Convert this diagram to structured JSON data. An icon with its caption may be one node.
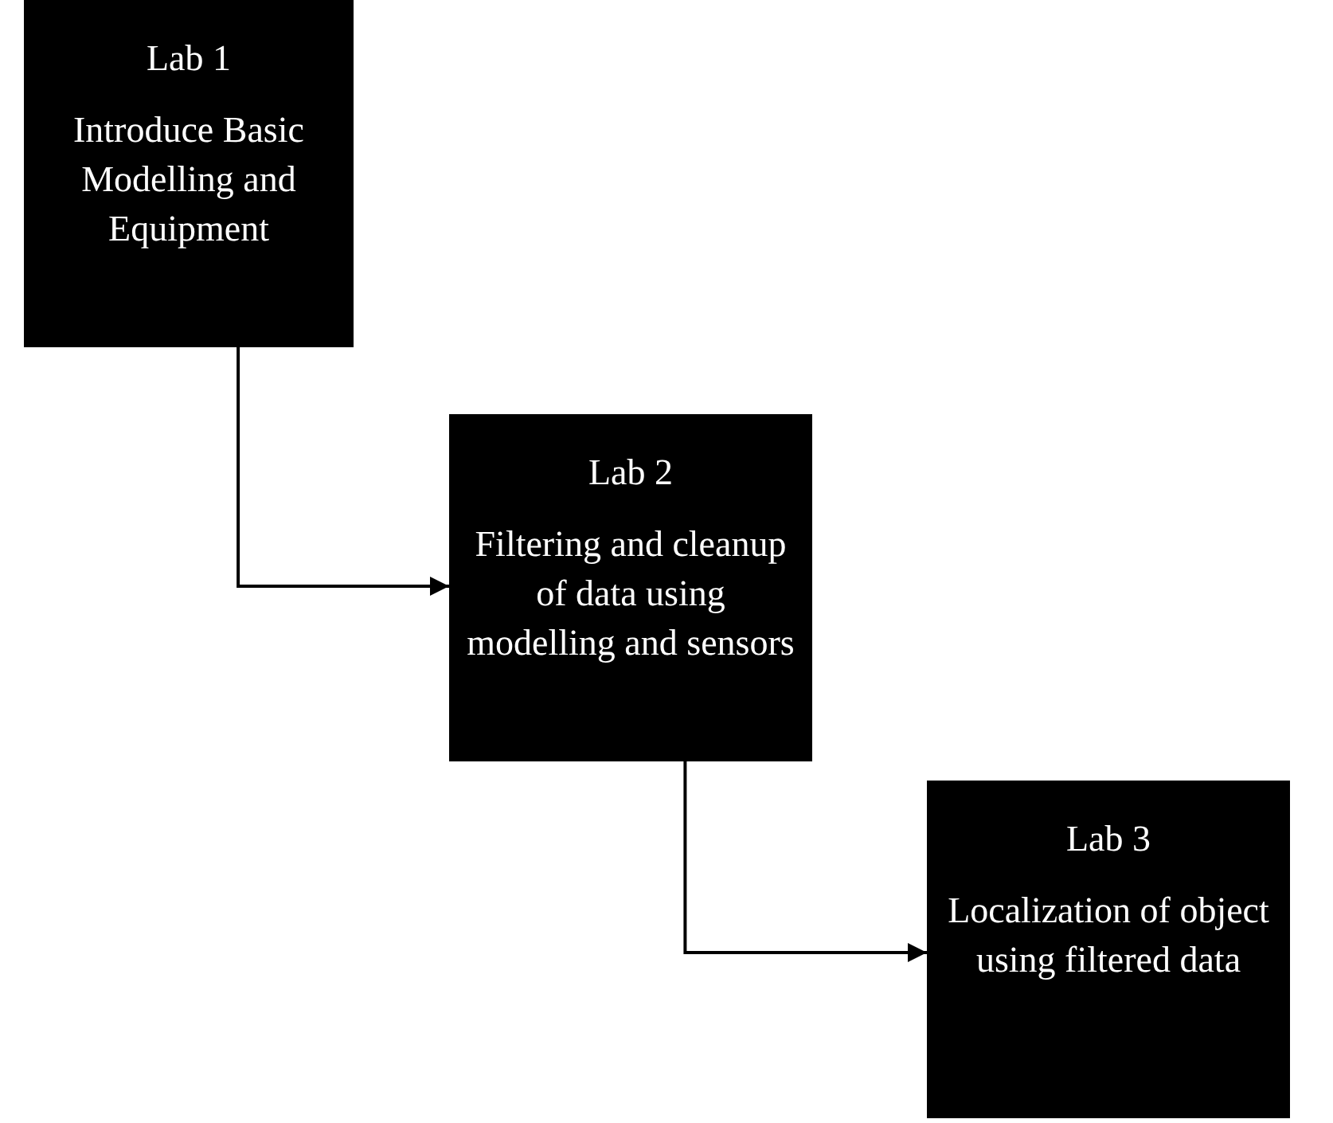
{
  "diagram": {
    "nodes": [
      {
        "text": [
          "Lab 1",
          "Introduce Basic Modelling and Equipment"
        ]
      },
      {
        "text": [
          "Lab 2",
          "Filtering and cleanup of data using modelling and sensors"
        ]
      },
      {
        "text": [
          "Lab 3",
          "Localization of object using filtered data"
        ]
      }
    ],
    "edges": [
      {
        "from": 0,
        "to": 1,
        "arrow": "to"
      },
      {
        "from": 1,
        "to": 2,
        "arrow": "to"
      }
    ]
  }
}
